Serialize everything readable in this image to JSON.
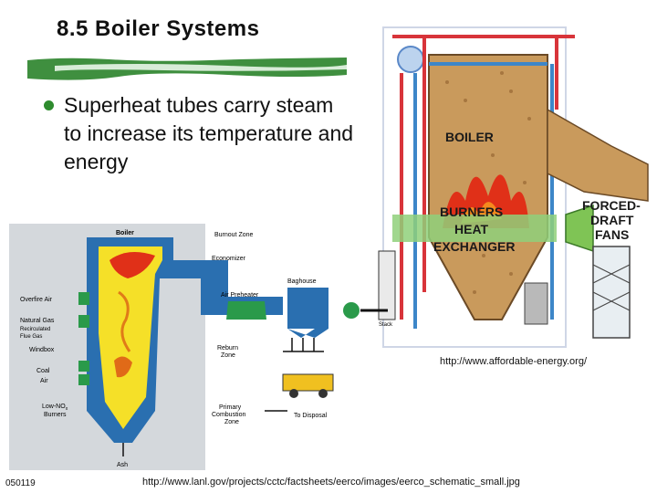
{
  "slide": {
    "title": "8.5 Boiler Systems",
    "bullet": "Superheat tubes carry steam to increase its temperature and energy",
    "slide_id": "050119"
  },
  "boiler_photo": {
    "labels": [
      "BOILER",
      "BURNERS",
      "HEAT",
      "EXCHANGER",
      "FORCED-",
      "DRAFT",
      "FANS"
    ],
    "source": "http://www.affordable-energy.org/"
  },
  "schematic": {
    "labels": {
      "boiler": "Boiler",
      "burnout_zone": "Burnout Zone",
      "economizer": "Economizer",
      "baghouse": "Baghouse",
      "overfire_air": "Overfire Air",
      "natural_gas": "Natural Gas",
      "recirculated": "Recirculated",
      "flue_gas": "Flue Gas",
      "windbox": "Windbox",
      "coal": "Coal",
      "air": "Air",
      "low_nox": "Low-NO",
      "low_nox_sub": "x",
      "burners": "Burners",
      "air_preheater": "Air Preheater",
      "stack": "Stack",
      "reburn": "Reburn",
      "zone": "Zone",
      "primary": "Primary",
      "combustion": "Combustion",
      "zone2": "Zone",
      "to_disposal": "To Disposal",
      "ash": "Ash"
    },
    "source": "http://www.lanl.gov/projects/cctc/factsheets/eerco/images/eerco_schematic_small.jpg"
  },
  "colors": {
    "accent_green": "#2e8b2e",
    "schematic_blue": "#2a6fb0",
    "fire_yellow": "#f5e028",
    "fire_red": "#e03018",
    "boiler_tan": "#c99a5c"
  }
}
